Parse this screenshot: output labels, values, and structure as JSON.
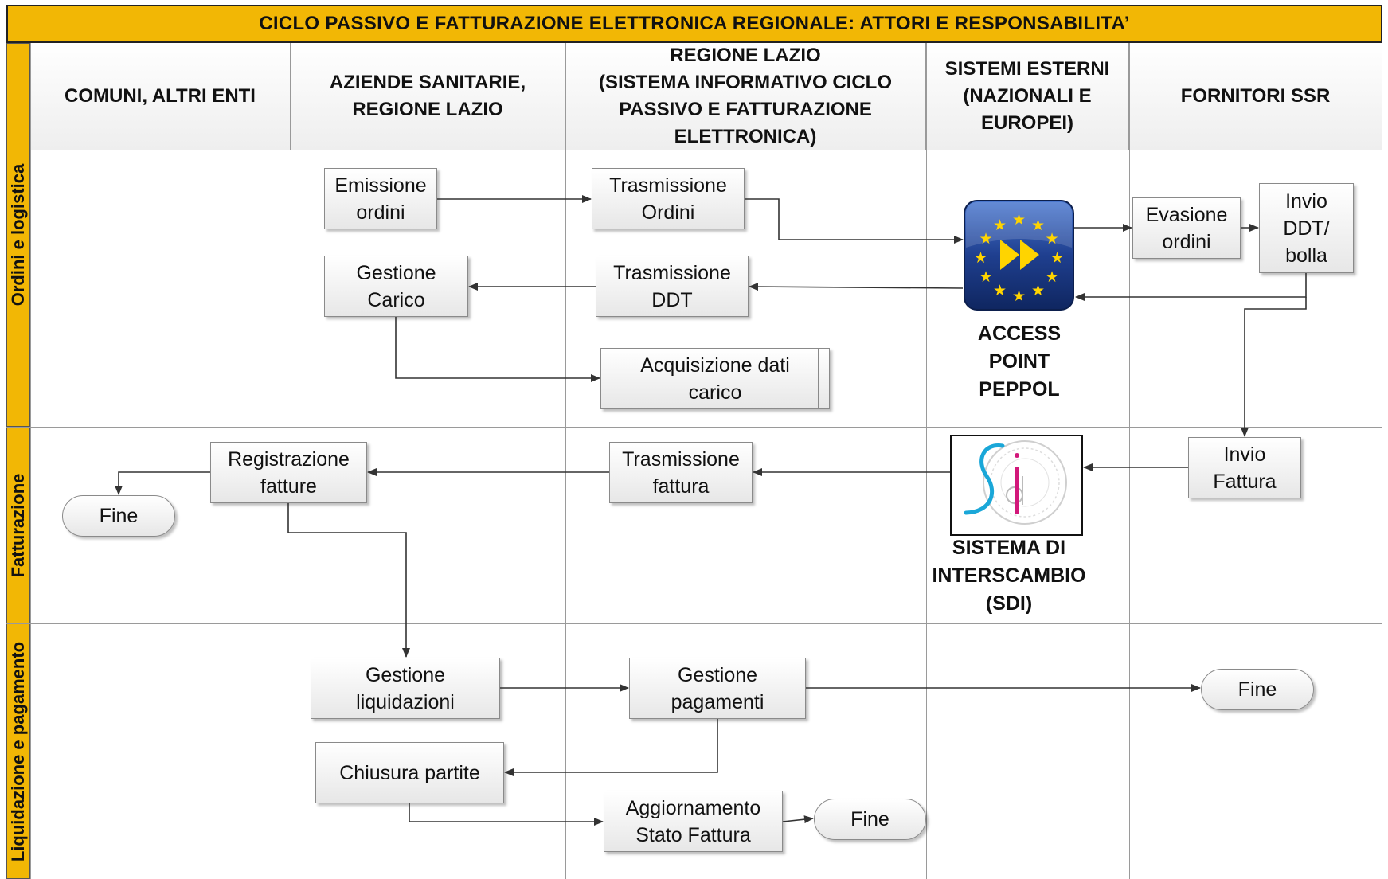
{
  "title": "CICLO PASSIVO E FATTURAZIONE ELETTRONICA REGIONALE: ATTORI E RESPONSABILITA’",
  "columns": [
    "COMUNI, ALTRI ENTI",
    "AZIENDE SANITARIE,\nREGIONE LAZIO",
    "REGIONE LAZIO\n(SISTEMA INFORMATIVO CICLO\nPASSIVO E FATTURAZIONE\nELETTRONICA)",
    "SISTEMI ESTERNI\n(NAZIONALI E\nEUROPEI)",
    "FORNITORI SSR"
  ],
  "lanes": [
    "Ordini e logistica",
    "Fatturazione",
    "Liquidazione e pagamento"
  ],
  "nodes": {
    "emissione_ordini": "Emissione\nordini",
    "trasmissione_ordini": "Trasmissione\nOrdini",
    "gestione_carico": "Gestione\nCarico",
    "trasmissione_ddt": "Trasmissione\nDDT",
    "acquisizione_dati_carico": "Acquisizione dati\ncarico",
    "evasione_ordini": "Evasione\nordini",
    "invio_ddt_bolla": "Invio\nDDT/\nbolla",
    "registrazione_fatture": "Registrazione\nfatture",
    "fine_1": "Fine",
    "trasmissione_fattura": "Trasmissione\nfattura",
    "invio_fattura": "Invio\nFattura",
    "gestione_liquidazioni": "Gestione\nliquidazioni",
    "gestione_pagamenti": "Gestione\npagamenti",
    "fine_2": "Fine",
    "chiusura_partite": "Chiusura partite",
    "aggiornamento_stato_fattura": "Aggiornamento\nStato Fattura",
    "fine_3": "Fine"
  },
  "external_systems": {
    "peppol_caption": "ACCESS\nPOINT\nPEPPOL",
    "sdi_caption": "SISTEMA DI\nINTERSCAMBIO\n(SDI)",
    "sdi_logo_text": "sdi"
  },
  "colors": {
    "header_gold": "#f2b705",
    "peppol_blue": "#1f3f8f",
    "eu_star_yellow": "#ffd400",
    "sdi_cyan": "#1aa7d8",
    "sdi_magenta": "#d2187a"
  },
  "icons": [
    "eu-stars-icon",
    "fast-forward-icon",
    "sdi-logo-icon"
  ]
}
